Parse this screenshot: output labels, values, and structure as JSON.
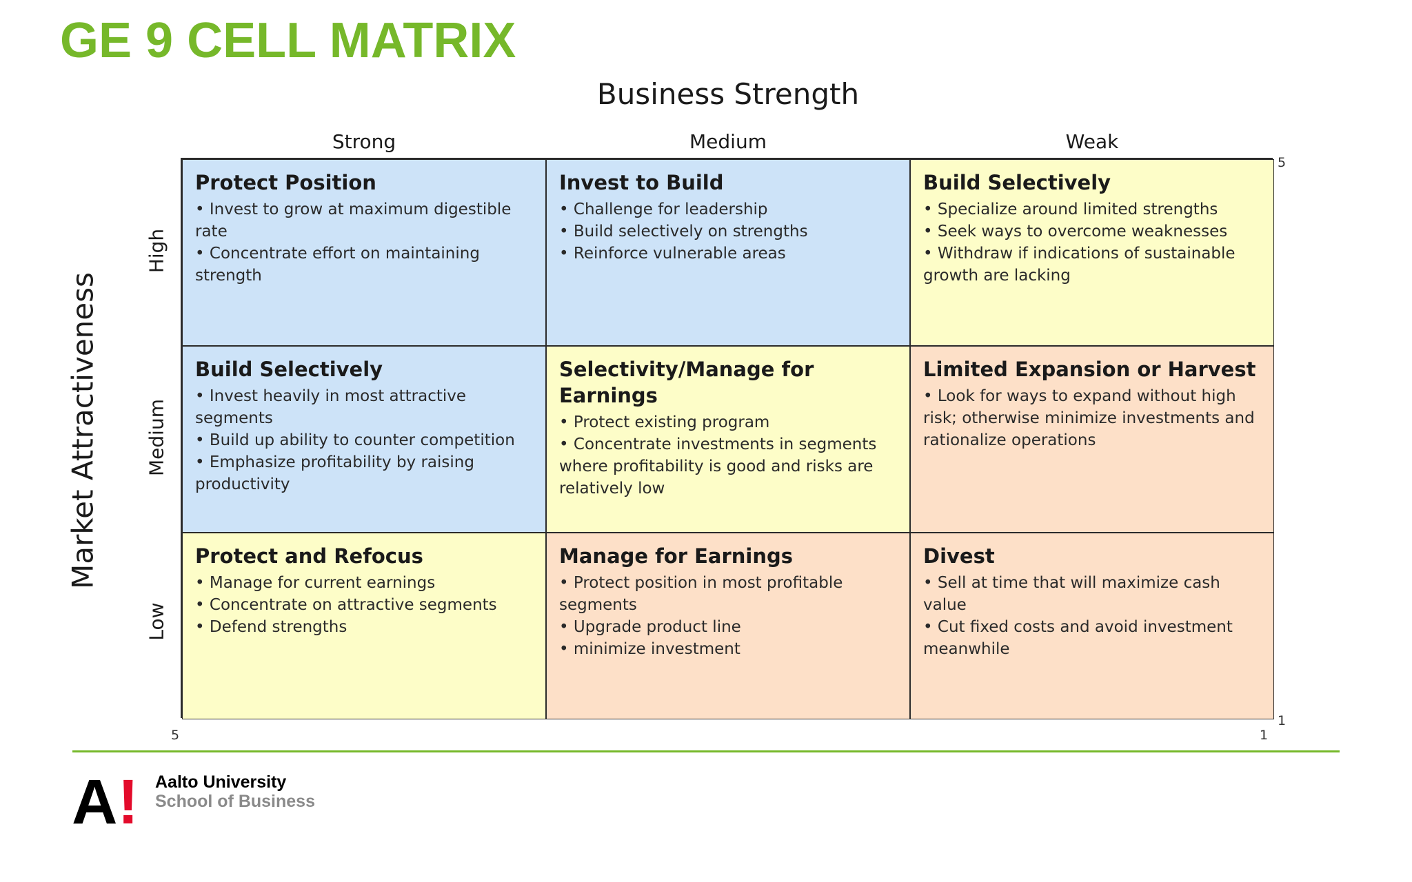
{
  "title": "GE 9 CELL MATRIX",
  "x_axis": {
    "title": "Business Strength",
    "columns": [
      "Strong",
      "Medium",
      "Weak"
    ],
    "tick_left": "5",
    "tick_right": "1"
  },
  "y_axis": {
    "title": "Market Attractiveness",
    "rows": [
      "High",
      "Medium",
      "Low"
    ],
    "tick_top": "5",
    "tick_bottom": "1"
  },
  "colors": {
    "title": "#76b82a",
    "blue": "#cde3f8",
    "yellow": "#fdfdc8",
    "peach": "#fde0c8",
    "logo_red": "#e30b2b"
  },
  "cells": [
    {
      "heading": "Protect Position",
      "color": "blue",
      "bullets": [
        "Invest to grow at maximum digestible rate",
        "Concentrate effort on maintaining strength"
      ]
    },
    {
      "heading": "Invest to Build",
      "color": "blue",
      "bullets": [
        "Challenge for leadership",
        "Build selectively on strengths",
        "Reinforce vulnerable areas"
      ]
    },
    {
      "heading": "Build Selectively",
      "color": "yellow",
      "bullets": [
        "Specialize around limited strengths",
        "Seek ways to overcome weaknesses",
        "Withdraw if indications of sustainable growth are lacking"
      ]
    },
    {
      "heading": "Build Selectively",
      "color": "blue",
      "bullets": [
        "Invest heavily in most attractive segments",
        "Build up ability to counter competition",
        "Emphasize profitability by raising productivity"
      ]
    },
    {
      "heading": "Selectivity/Manage for Earnings",
      "color": "yellow",
      "bullets": [
        "Protect existing program",
        "Concentrate investments in segments where profitability is good and risks are relatively low"
      ]
    },
    {
      "heading": "Limited Expansion or Harvest",
      "color": "peach",
      "bullets": [
        "Look for ways to expand without high risk; otherwise minimize investments and rationalize operations"
      ]
    },
    {
      "heading": "Protect and Refocus",
      "color": "yellow",
      "bullets": [
        "Manage for current earnings",
        "Concentrate on attractive segments",
        "Defend strengths"
      ]
    },
    {
      "heading": "Manage for Earnings",
      "color": "peach",
      "bullets": [
        "Protect position in most profitable segments",
        "Upgrade product line",
        "minimize investment"
      ]
    },
    {
      "heading": "Divest",
      "color": "peach",
      "bullets": [
        "Sell at time that will maximize cash value",
        "Cut fixed costs and avoid investment meanwhile"
      ]
    }
  ],
  "footer": {
    "logo_letter": "A",
    "logo_bang": "!",
    "university": "Aalto University",
    "school": "School of Business"
  }
}
